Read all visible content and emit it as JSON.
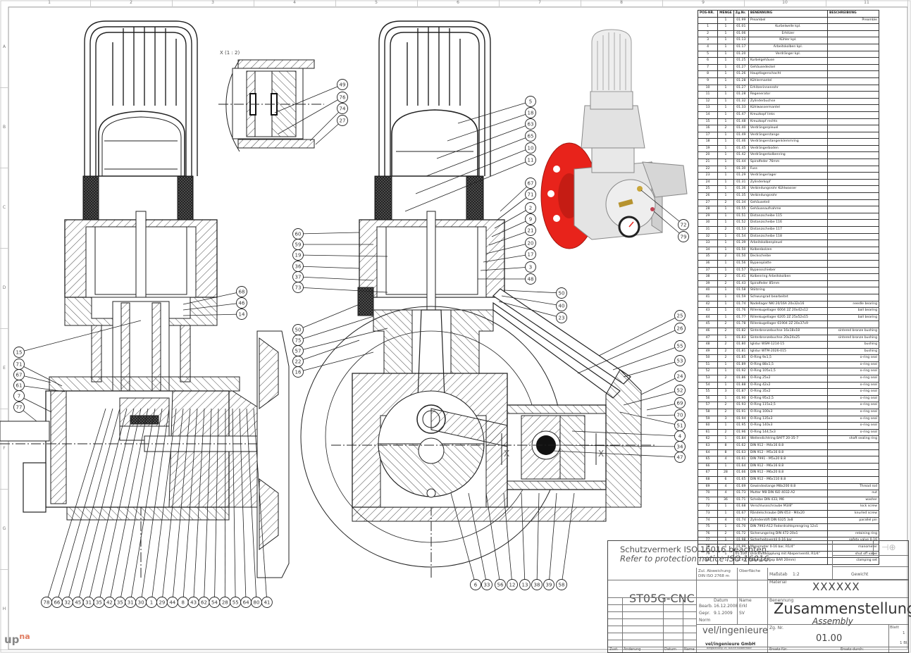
{
  "frame": {
    "columns": [
      "1",
      "2",
      "3",
      "4",
      "5",
      "6",
      "7",
      "8",
      "9",
      "10",
      "11"
    ],
    "rows": [
      "A",
      "B",
      "C",
      "D",
      "E",
      "F",
      "G",
      "H"
    ]
  },
  "detail_view": {
    "label": "X (1 : 2)",
    "balloons": [
      "49",
      "76",
      "74",
      "27"
    ]
  },
  "balloons_left_side": [
    "15",
    "71",
    "67",
    "61",
    "7",
    "77"
  ],
  "balloons_left_bottom": [
    "78",
    "66",
    "32",
    "45",
    "31",
    "35",
    "42",
    "35",
    "31",
    "30",
    "1",
    "29",
    "44",
    "8",
    "43",
    "62",
    "54",
    "28",
    "55",
    "64",
    "80",
    "41"
  ],
  "balloons_left_mid": [
    "68",
    "46",
    "14"
  ],
  "balloons_center_left": [
    "60",
    "59",
    "19",
    "36",
    "37",
    "73",
    "50",
    "75",
    "57",
    "22",
    "16"
  ],
  "balloons_center_right_top": [
    "5",
    "18",
    "63",
    "65",
    "10",
    "11",
    "67",
    "71",
    "2",
    "9",
    "21",
    "20",
    "17",
    "3",
    "48"
  ],
  "balloons_center_right_low": [
    "50",
    "40",
    "23",
    "25",
    "26",
    "55",
    "53",
    "24",
    "52",
    "69",
    "70",
    "51",
    "4",
    "34",
    "47"
  ],
  "balloons_center_bottom": [
    "6",
    "33",
    "56",
    "12",
    "13",
    "38",
    "39",
    "58"
  ],
  "balloons_3d": [
    "72",
    "79"
  ],
  "section_marks": [
    "X",
    "X"
  ],
  "colors": {
    "flywheel": "#e8231b",
    "line": "#222222",
    "hatch": "#333333"
  },
  "bom": {
    "headers": [
      "POS-NR.",
      "MENGE",
      "Zg.Nr.",
      "BENENNUNG",
      "BESCHREIBUNG"
    ],
    "rows": [
      [
        "",
        "1",
        "01.99",
        "Preambel",
        "Preamble"
      ],
      [
        "1",
        "1",
        "01.01",
        "Kurbelwelle kpl.",
        ""
      ],
      [
        "2",
        "1",
        "01.06",
        "Erhitzer",
        ""
      ],
      [
        "3",
        "1",
        "01.13",
        "Kühler kpl.",
        ""
      ],
      [
        "4",
        "1",
        "01.17",
        "Arbeitskolben kpl.",
        ""
      ],
      [
        "5",
        "1",
        "01.20",
        "Verdränger kpl.",
        ""
      ],
      [
        "6",
        "1",
        "01.25",
        "Kurbelgehäuse",
        ""
      ],
      [
        "7",
        "1",
        "01.27",
        "Gehäusedeckel",
        ""
      ],
      [
        "8",
        "1",
        "01.26",
        "Hauptlagerschacht",
        ""
      ],
      [
        "9",
        "1",
        "01.28",
        "Kühlermantel",
        ""
      ],
      [
        "10",
        "1",
        "01.27",
        "Erhitzerinnenrohr",
        ""
      ],
      [
        "11",
        "1",
        "01.28",
        "Regenerator",
        ""
      ],
      [
        "12",
        "1",
        "01.32",
        "Zylinderbuchse",
        ""
      ],
      [
        "13",
        "1",
        "01.33",
        "Kühlwassermantel",
        ""
      ],
      [
        "14",
        "1",
        "01.47",
        "Kreuzkopf links",
        ""
      ],
      [
        "15",
        "1",
        "01.48",
        "Kreuzkopf rechts",
        ""
      ],
      [
        "16",
        "2",
        "01.40",
        "Verdrängerpleuel",
        ""
      ],
      [
        "17",
        "1",
        "01.49",
        "Verdrängerstange",
        ""
      ],
      [
        "18",
        "1",
        "01.46",
        "Verdrängerstangenklemmring",
        ""
      ],
      [
        "19",
        "1",
        "01.45",
        "Verdrängerboden",
        ""
      ],
      [
        "20",
        "1",
        "01.42",
        "Verdrängerkolbenring",
        ""
      ],
      [
        "21",
        "1",
        "01.44",
        "Spiralfeder 76mm",
        ""
      ],
      [
        "22",
        "1",
        "01.30",
        "Fuss",
        ""
      ],
      [
        "23",
        "1",
        "01.29",
        "Verdrängerlager",
        ""
      ],
      [
        "24",
        "1",
        "01.31",
        "Zylinderkopf",
        ""
      ],
      [
        "25",
        "1",
        "01.36",
        "Verbindungsrohr Kühlwasser",
        ""
      ],
      [
        "26",
        "1",
        "01.35",
        "Verbindungsrohr",
        ""
      ],
      [
        "27",
        "2",
        "01.34",
        "Gehäuseteil",
        ""
      ],
      [
        "28",
        "1",
        "01.55",
        "Gehäuseaufnahme",
        ""
      ],
      [
        "29",
        "1",
        "01.51",
        "Distanzscheibe 115",
        ""
      ],
      [
        "30",
        "1",
        "01.52",
        "Distanzscheibe 116",
        ""
      ],
      [
        "31",
        "2",
        "01.53",
        "Distanzscheibe 117",
        ""
      ],
      [
        "32",
        "1",
        "01.54",
        "Distanzscheibe 118",
        ""
      ],
      [
        "33",
        "1",
        "01.39",
        "Arbeitskolbenpleuel",
        ""
      ],
      [
        "34",
        "1",
        "01.50",
        "Kolbenbolzen",
        ""
      ],
      [
        "35",
        "2",
        "01.50",
        "Deckscheibe",
        ""
      ],
      [
        "36",
        "1",
        "01.56",
        "Bypassplatte",
        ""
      ],
      [
        "37",
        "1",
        "01.57",
        "Bypassschieber",
        ""
      ],
      [
        "38",
        "2",
        "01.41",
        "Kolbenring Arbeitskolben",
        ""
      ],
      [
        "39",
        "2",
        "01.43",
        "Spiralfeder 85mm",
        ""
      ],
      [
        "40",
        "1",
        "01.58",
        "Stützring",
        ""
      ],
      [
        "41",
        "1",
        "01.59",
        "Schwungrad bearbeitet",
        ""
      ],
      [
        "42",
        "1",
        "01.74",
        "Nadellager NKI 20/16A 20x32x16",
        "needle bearing"
      ],
      [
        "43",
        "1",
        "01.76",
        "Rillenkugellager 6004 2Z 20x42x12",
        "ball bearing"
      ],
      [
        "44",
        "1",
        "01.77",
        "Rillenkugellager 6205 2Z 25x52x15",
        "ball bearing"
      ],
      [
        "45",
        "2",
        "01.78",
        "Rillenkugellager 61904 2Z 20x37x9",
        ""
      ],
      [
        "46",
        "2",
        "01.82",
        "Sinterbronzebuchse 16x18x18",
        "sintered bronze bushing"
      ],
      [
        "47",
        "1",
        "01.83",
        "Sinterbronzebuchse 20x24x25",
        "sintered bronze bushing"
      ],
      [
        "48",
        "2",
        "01.80",
        "Iglidur WSM-1214-15",
        "bushing"
      ],
      [
        "49",
        "2",
        "01.81",
        "Iglidur WTM-2026-015",
        "bushing"
      ],
      [
        "50",
        "2",
        "01.85",
        "O-Ring 9x1,5",
        "o-ring seal"
      ],
      [
        "51",
        "1",
        "01.89",
        "O-Ring 88x1,5",
        "o-ring seal"
      ],
      [
        "52",
        "1",
        "01.92",
        "O-Ring 105x1,5",
        "o-ring seal"
      ],
      [
        "53",
        "2",
        "01.86",
        "O-Ring 25x2",
        "o-ring seal"
      ],
      [
        "54",
        "1",
        "01.88",
        "O-Ring 42x2",
        "o-ring seal"
      ],
      [
        "55",
        "3",
        "01.87",
        "O-Ring 35x2",
        "o-ring seal"
      ],
      [
        "56",
        "1",
        "01.90",
        "O-Ring 95x2,5",
        "o-ring seal"
      ],
      [
        "57",
        "2",
        "01.93",
        "O-Ring 115x2,5",
        "o-ring seal"
      ],
      [
        "58",
        "2",
        "01.91",
        "O-Ring 100x3",
        "o-ring seal"
      ],
      [
        "59",
        "3",
        "01.94",
        "O-Ring 135x3",
        "o-ring seal"
      ],
      [
        "60",
        "1",
        "01.95",
        "O-Ring 140x3",
        "o-ring seal"
      ],
      [
        "61",
        "2",
        "01.96",
        "O-Ring 144,5x3",
        "o-ring seal"
      ],
      [
        "62",
        "1",
        "01.84",
        "Wellendichtring BAFT 20-35-7",
        "shaft sealing ring"
      ],
      [
        "63",
        "8",
        "01.62",
        "DIN 912 - M4x16 8.8",
        ""
      ],
      [
        "64",
        "8",
        "01.63",
        "DIN 912 - M5x16 8.8",
        ""
      ],
      [
        "65",
        "4",
        "01.61",
        "DIN 7991 - M5x20 8.8",
        ""
      ],
      [
        "66",
        "1",
        "01.64",
        "DIN 912 - M6x16 8.8",
        ""
      ],
      [
        "67",
        "28",
        "01.66",
        "DIN 912 - M6x20 8.8",
        ""
      ],
      [
        "68",
        "6",
        "01.65",
        "DIN 912 - M6x110 8.8",
        ""
      ],
      [
        "69",
        "4",
        "01.69",
        "Gewindestange M8x200 8.8",
        "Thread rod"
      ],
      [
        "70",
        "4",
        "01.73",
        "Mutter M8 DIN ISO 4032-A2",
        "nut"
      ],
      [
        "71",
        "36",
        "01.71",
        "Scheibe DIN 433, M6",
        "washer"
      ],
      [
        "72",
        "1",
        "01.68",
        "Verschlussschraube M3/8\"",
        "lock screw"
      ],
      [
        "73",
        "1",
        "01.67",
        "Rändelschraube DIN 653 - M4x20",
        "knurled screw"
      ],
      [
        "74",
        "4",
        "01.74",
        "Zylinderstift DIN 6325 3x8",
        "parallel pin"
      ],
      [
        "75",
        "1",
        "01.70",
        "DIN 7993-A12 Federdrahtsprengring 12x1",
        ""
      ],
      [
        "76",
        "2",
        "01.72",
        "Sicherungsring DIN 472-20x1",
        "retaining ring"
      ],
      [
        "77",
        "1",
        "01.98",
        "Sicherheitsventil 0-16 bar",
        "safety valve 0-16"
      ],
      [
        "78",
        "1",
        "01.99",
        "Manometer 0-16 bar, R1/4\"",
        "manometer"
      ],
      [
        "79",
        "1",
        "01.100",
        "Druckluftkupplung mit Absperrventil, R1/4\"",
        "shut off valve"
      ],
      [
        "80",
        "1",
        "01.97",
        "Spannsatz (bsp BAR 20mm)",
        "clamping set"
      ]
    ]
  },
  "title_block": {
    "notice_de": "Schutzvermerk ISO 16016 beachten.",
    "notice_en": "Refer to protection notice ISO 16016.",
    "drawing_code": "ST05G-CNC",
    "tolerance_label": "Zul. Abweichung",
    "tolerance_value": "DIN ISO 2768 m",
    "surface_label": "Oberfläche",
    "scale_label": "Maßstab",
    "scale_value": "1:2",
    "weight_label": "Gewicht",
    "material_label": "Material",
    "material_value": "XXXXXX",
    "date_header": "Datum",
    "name_header": "Name",
    "rows": [
      {
        "label": "Bearb.",
        "date": "16.12.2008",
        "name": "Erkl"
      },
      {
        "label": "Gepr.",
        "date": "9.1.2009",
        "name": "SV"
      },
      {
        "label": "Norm",
        "date": "",
        "name": ""
      }
    ],
    "title_label": "Benennung",
    "title_de": "Zusammenstellung",
    "title_en": "Assembly",
    "company_logo_text": "vel/ingenieure",
    "company_name": "vel/ingenieure GmbH",
    "company_address": "Bergstellung 19, 83059 Kolbermoor",
    "drawing_no_label": "Zg. Nr.",
    "drawing_no": "01.00",
    "sheet_label": "Blatt",
    "sheet_no": "1",
    "sheet_total": "1 Bl.",
    "rev_headers": [
      "Zust.",
      "Änderung",
      "Datum",
      "Name"
    ],
    "replaces_label": "Ersatz für:",
    "replaced_by_label": "Ersatz durch:"
  },
  "watermark": {
    "logo_up": "up",
    "logo_na": "na"
  }
}
